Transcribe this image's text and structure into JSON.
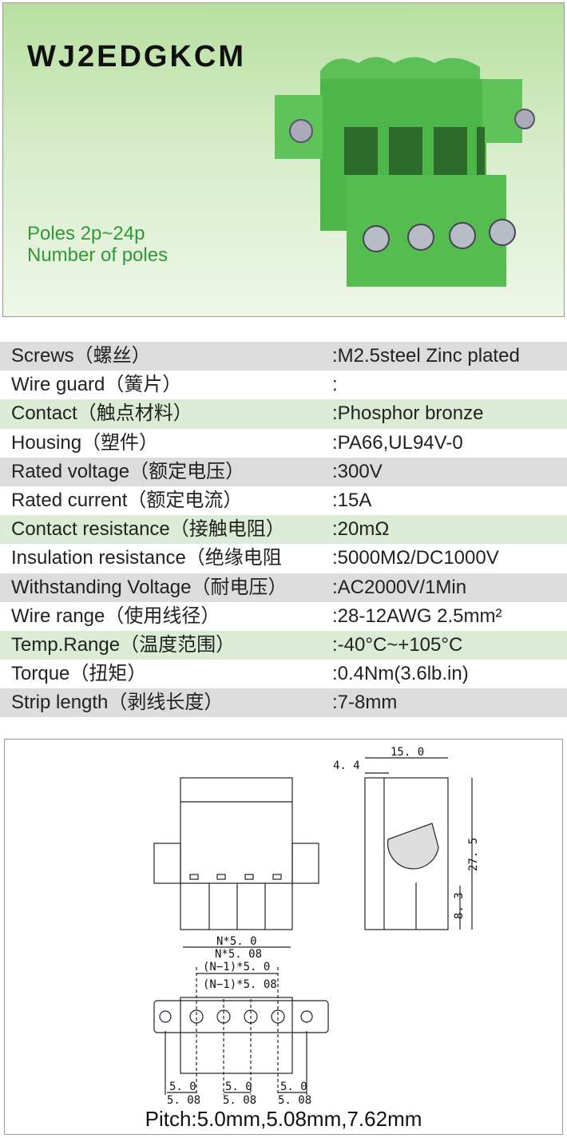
{
  "header": {
    "model": "WJ2EDGKCM",
    "poles_line": "Poles  2p~24p",
    "poles_sub": "Number of poles"
  },
  "specs": [
    {
      "label": "Screws（螺丝）",
      "value": ":M2.5steel Zinc plated"
    },
    {
      "label": "Wire guard（簧片）",
      "value": ":"
    },
    {
      "label": "Contact（触点材料）",
      "value": ":Phosphor bronze"
    },
    {
      "label": "Housing（塑件）",
      "value": ":PA66,UL94V-0"
    },
    {
      "label": "Rated voltage（额定电压）",
      "value": ":300V"
    },
    {
      "label": "Rated current（额定电流）",
      "value": ":15A"
    },
    {
      "label": "Contact resistance（接触电阻）",
      "value": ":20mΩ"
    },
    {
      "label": "Insulation resistance（绝缘电阻",
      "value": ":5000MΩ/DC1000V"
    },
    {
      "label": "Withstanding Voltage（耐电压）",
      "value": ":AC2000V/1Min"
    },
    {
      "label": "Wire range（使用线径）",
      "value": ":28-12AWG  2.5mm²"
    },
    {
      "label": "Temp.Range（温度范围）",
      "value": ":-40°C~+105°C"
    },
    {
      "label": "Torque（扭矩）",
      "value": ":0.4Nm(3.6lb.in)"
    },
    {
      "label": "Strip length（剥线长度）",
      "value": ":7-8mm"
    }
  ],
  "drawing": {
    "dim_15": "15. 0",
    "dim_44": "4. 4",
    "dim_275": "27. 5",
    "dim_83": "8. 3",
    "n50": "N*5. 0",
    "n508": "N*5. 08",
    "n1_50": "(N−1)*5. 0",
    "n1_508": "(N−1)*5. 08",
    "p50": "5. 0",
    "p508": "5. 08"
  },
  "pitch": "Pitch:5.0mm,5.08mm,7.62mm"
}
